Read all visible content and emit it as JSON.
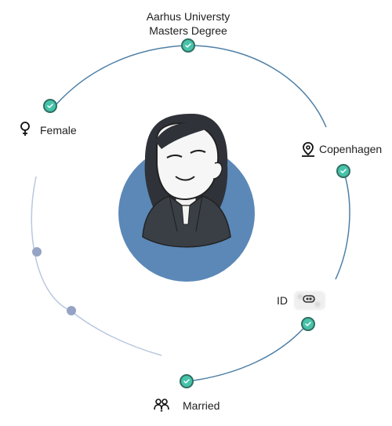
{
  "labels": {
    "education_line1": "Aarhus Universty",
    "education_line2": "Masters Degree",
    "gender": "Female",
    "location": "Copenhagen",
    "id": "ID",
    "relationship": "Married"
  },
  "icons": {
    "gender": "female-icon",
    "location": "map-pin-icon",
    "id": "id-card-icon",
    "relationship": "people-icon",
    "status": "check-icon"
  },
  "colors": {
    "ring_dark": "#4d7fa6",
    "ring_light": "#b8c7df",
    "avatar_bg": "#5b88b7",
    "check_fill": "#47c3aa",
    "check_border": "#2f6f62",
    "inactive_dot": "#95a4c4"
  }
}
